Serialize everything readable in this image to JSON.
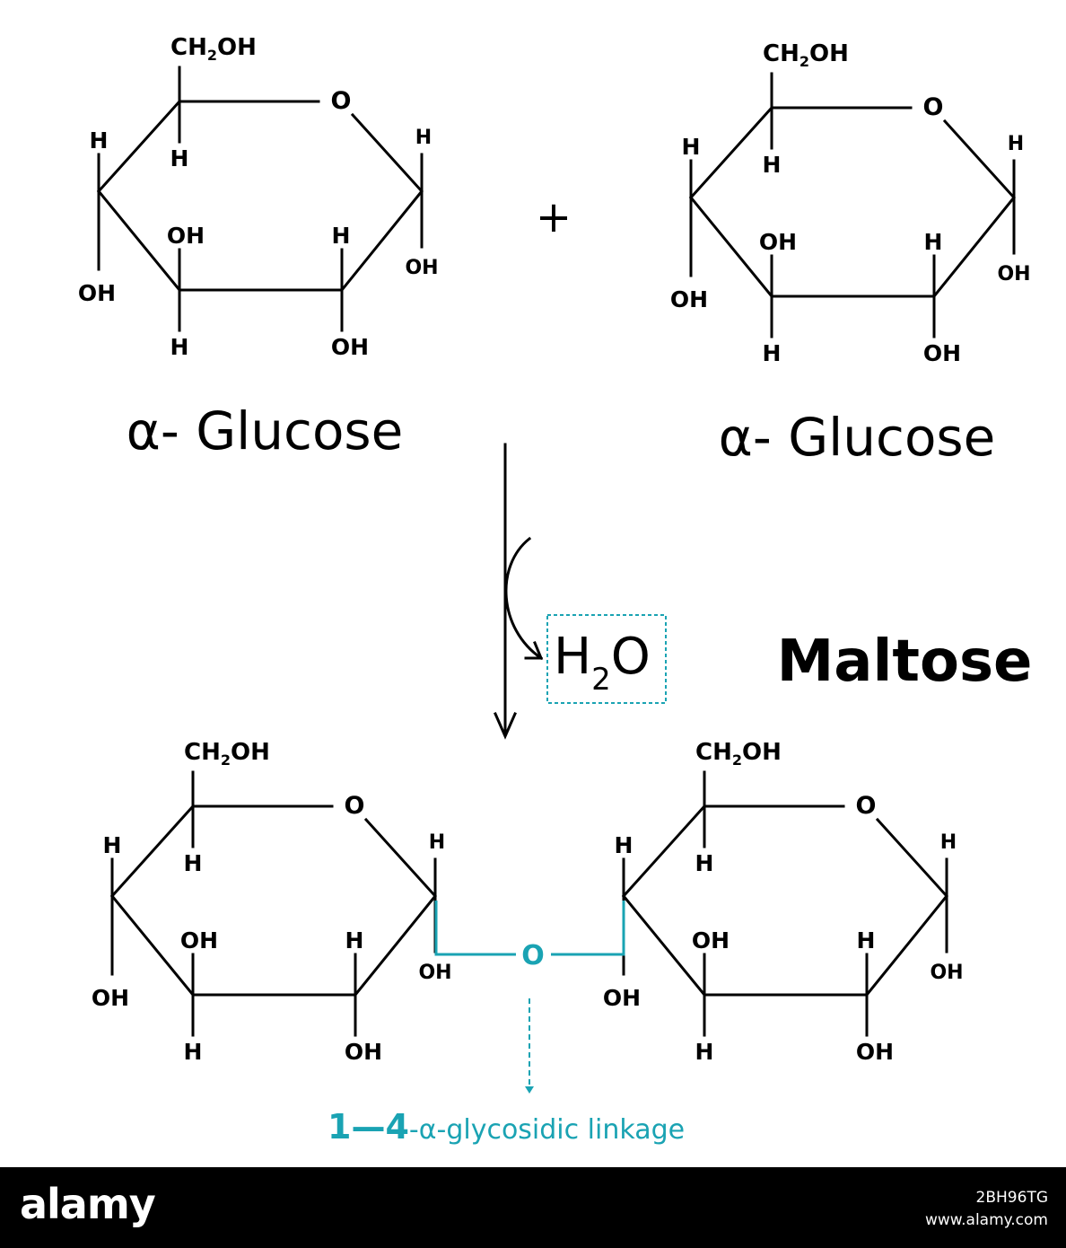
{
  "molecules": {
    "glucose_left_name": "α- Glucose",
    "glucose_right_name": "α- Glucose",
    "product_name": "Maltose"
  },
  "reaction": {
    "plus": "+",
    "water_main": "H",
    "water_sub": "2",
    "water_tail": "O"
  },
  "linkage": {
    "oxygen": "O",
    "prefix": "1—4",
    "label": "-α-glycosidic linkage"
  },
  "atoms": {
    "ch2oh_pre": "CH",
    "ch2oh_sub": "2",
    "ch2oh_post": "OH",
    "ring_oxygen": "O",
    "oh": "OH",
    "h": "H"
  },
  "colors": {
    "accent": "#1aa3b3",
    "ink": "#000000",
    "footer_bg": "#000000"
  },
  "footer": {
    "brand": "alamy",
    "image_id": "2BH96TG",
    "url": "www.alamy.com"
  }
}
